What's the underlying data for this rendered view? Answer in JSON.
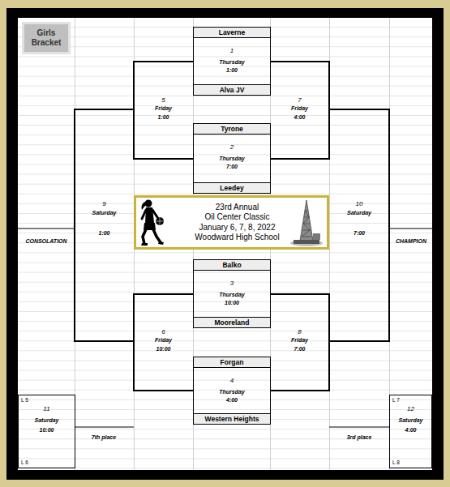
{
  "diagram": {
    "nodes": [
      {
        "text": [
          "Girls Bracket"
        ]
      },
      {
        "text": [
          "Laverne",
          "1",
          "Thursday",
          "1:00",
          "Alva JV"
        ]
      },
      {
        "text": [
          "5",
          "Friday",
          "1:00"
        ]
      },
      {
        "text": [
          "7",
          "Friday",
          "4:00"
        ]
      },
      {
        "text": [
          "Tyrone",
          "2",
          "Thursday",
          "7:00",
          "Leedey"
        ]
      },
      {
        "text": [
          "9",
          "Saturday",
          "1:00"
        ]
      },
      {
        "text": [
          "23rd Annual",
          "Oil Center Classic",
          "January 6, 7, 8, 2022",
          "Woodward High School"
        ]
      },
      {
        "text": [
          "10",
          "Saturday",
          "7:00"
        ]
      },
      {
        "text": [
          "Balko",
          "3",
          "Thursday",
          "10:00",
          "Mooreland"
        ]
      },
      {
        "text": [
          "6",
          "Friday",
          "10:00"
        ]
      },
      {
        "text": [
          "8",
          "Friday",
          "7:00"
        ]
      },
      {
        "text": [
          "Forgan",
          "4",
          "Thursday",
          "4:00",
          "Western Heights"
        ]
      },
      {
        "text": [
          "L 5",
          "11",
          "Saturday",
          "10:00",
          "L 6"
        ]
      },
      {
        "text": [
          "L 7",
          "12",
          "Saturday",
          "4:00",
          "L 8"
        ]
      }
    ],
    "edges": [
      {
        "from": 1,
        "to": 2,
        "arrow": "none"
      },
      {
        "from": 4,
        "to": 2,
        "arrow": "none"
      },
      {
        "from": 1,
        "to": 3,
        "arrow": "none"
      },
      {
        "from": 4,
        "to": 3,
        "arrow": "none"
      },
      {
        "from": 8,
        "to": 9,
        "arrow": "none"
      },
      {
        "from": 11,
        "to": 9,
        "arrow": "none"
      },
      {
        "from": 8,
        "to": 10,
        "arrow": "none"
      },
      {
        "from": 11,
        "to": 10,
        "arrow": "none"
      },
      {
        "from": 2,
        "to": 5,
        "arrow": "none"
      },
      {
        "from": 9,
        "to": 5,
        "arrow": "none"
      },
      {
        "from": 3,
        "to": 7,
        "arrow": "none"
      },
      {
        "from": 10,
        "to": 7,
        "arrow": "none"
      }
    ],
    "labels": [
      "CONSOLATION",
      "CHAMPION",
      "7th place",
      "3rd place"
    ]
  }
}
